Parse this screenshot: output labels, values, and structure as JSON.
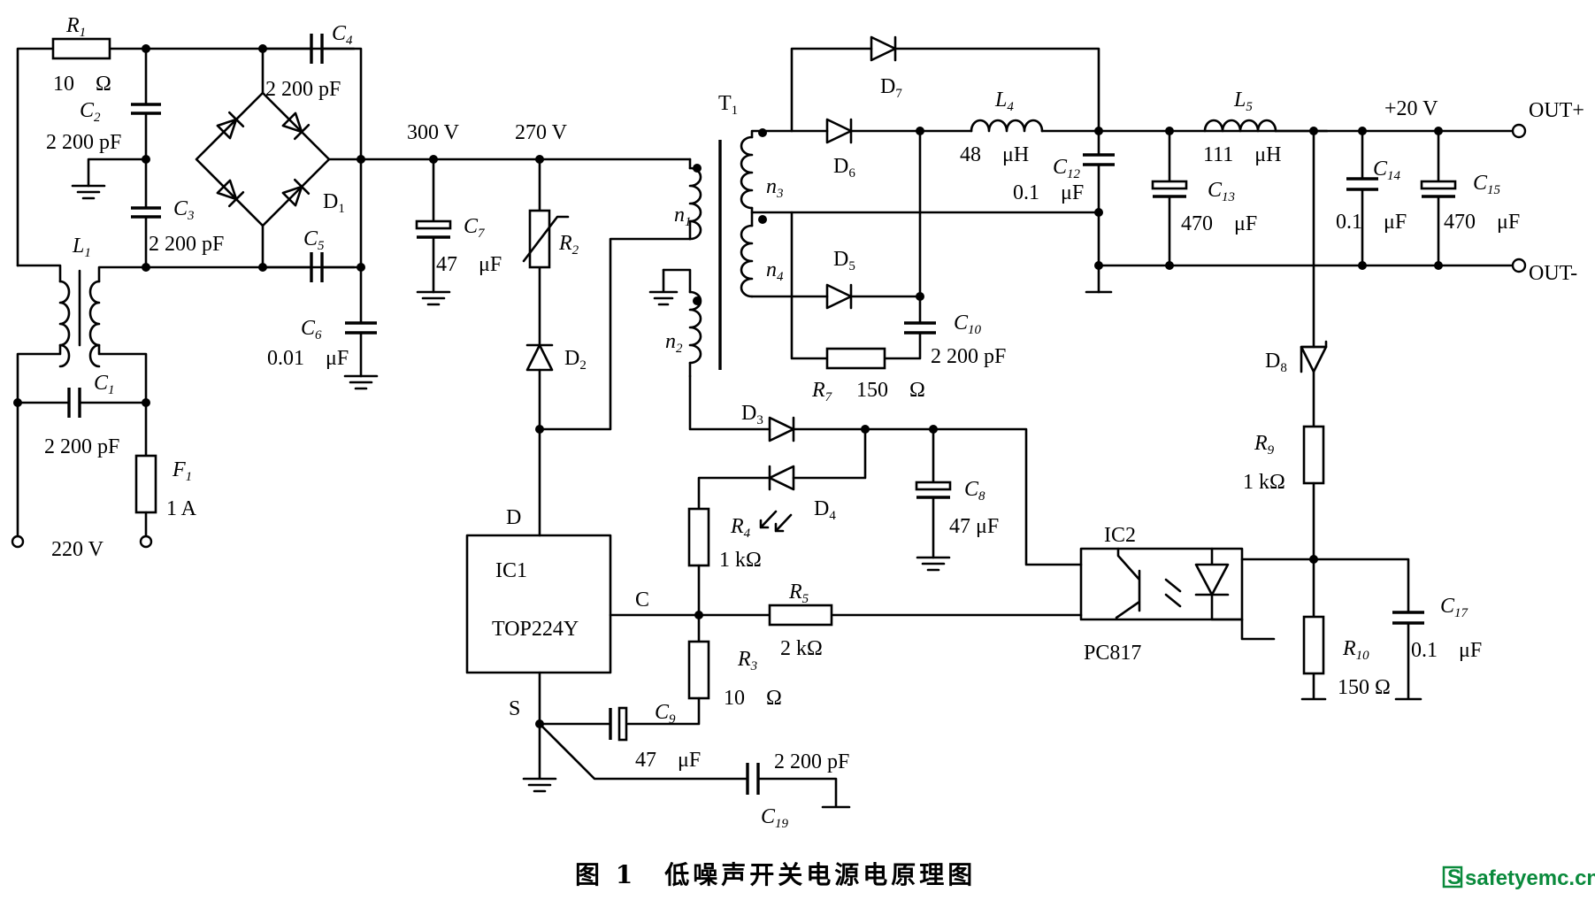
{
  "caption": "图 1　低噪声开关电源电原理图",
  "watermark": {
    "icon": "S",
    "text": "safetyemc.cn",
    "color": "#0a8a3c"
  },
  "labels": {
    "R1": "R",
    "R1_sub": "1",
    "R1_val": "10　Ω",
    "C2": "C",
    "C2_sub": "2",
    "C2_val": "2 200 pF",
    "C3": "C",
    "C3_sub": "3",
    "C3_val": "2 200 pF",
    "C4": "C",
    "C4_sub": "4",
    "C4_val": "2 200 pF",
    "C5": "C",
    "C5_sub": "5",
    "C6": "C",
    "C6_sub": "6",
    "C6_val": "0.01　μF",
    "C1": "C",
    "C1_sub": "1",
    "C1_val": "2 200 pF",
    "L1": "L",
    "L1_sub": "1",
    "D1": "D",
    "D1_sub": "1",
    "F1": "F",
    "F1_sub": "1",
    "F1_val": "1 A",
    "ac_in": "220 V",
    "v300": "300 V",
    "v270": "270 V",
    "C7": "C",
    "C7_sub": "7",
    "C7_val": "47　μF",
    "R2": "R",
    "R2_sub": "2",
    "D2": "D",
    "D2_sub": "2",
    "T1": "T",
    "T1_sub": "1",
    "n1": "n",
    "n1_sub": "1",
    "n2": "n",
    "n2_sub": "2",
    "n3": "n",
    "n3_sub": "3",
    "n4": "n",
    "n4_sub": "4",
    "D7": "D",
    "D7_sub": "7",
    "D6": "D",
    "D6_sub": "6",
    "D5": "D",
    "D5_sub": "5",
    "L4": "L",
    "L4_sub": "4",
    "L4_val": "48　μH",
    "C12": "C",
    "C12_sub": "12",
    "C12_val": "0.1　μF",
    "L5": "L",
    "L5_sub": "5",
    "L5_val": "111　μH",
    "C13": "C",
    "C13_sub": "13",
    "C13_val": "470　μF",
    "C14": "C",
    "C14_sub": "14",
    "C14_val": "0.1　μF",
    "C15": "C",
    "C15_sub": "15",
    "C15_val": "470　μF",
    "v20": "+20 V",
    "out_plus": "OUT+",
    "out_minus": "OUT-",
    "C10": "C",
    "C10_sub": "10",
    "C10_val": "2 200 pF",
    "R7": "R",
    "R7_sub": "7",
    "R7_val": "150　Ω",
    "D3": "D",
    "D3_sub": "3",
    "D4": "D",
    "D4_sub": "4",
    "C8": "C",
    "C8_sub": "8",
    "C8_val": "47 μF",
    "R4": "R",
    "R4_sub": "4",
    "R4_val": "1 kΩ",
    "pin_D": "D",
    "pin_C": "C",
    "pin_S": "S",
    "IC1": "IC1",
    "IC1_part": "TOP224Y",
    "R5": "R",
    "R5_sub": "5",
    "R5_val": "2 kΩ",
    "R3": "R",
    "R3_sub": "3",
    "R3_val": "10　Ω",
    "C9": "C",
    "C9_sub": "9",
    "C9_val": "47　μF",
    "C19": "C",
    "C19_sub": "19",
    "C19_val": "2 200 pF",
    "IC2": "IC2",
    "IC2_part": "PC817",
    "D8": "D",
    "D8_sub": "8",
    "R9": "R",
    "R9_sub": "9",
    "R9_val": "1 kΩ",
    "R10": "R",
    "R10_sub": "10",
    "R10_val": "150 Ω",
    "C17": "C",
    "C17_sub": "17",
    "C17_val": "0.1　μF"
  }
}
